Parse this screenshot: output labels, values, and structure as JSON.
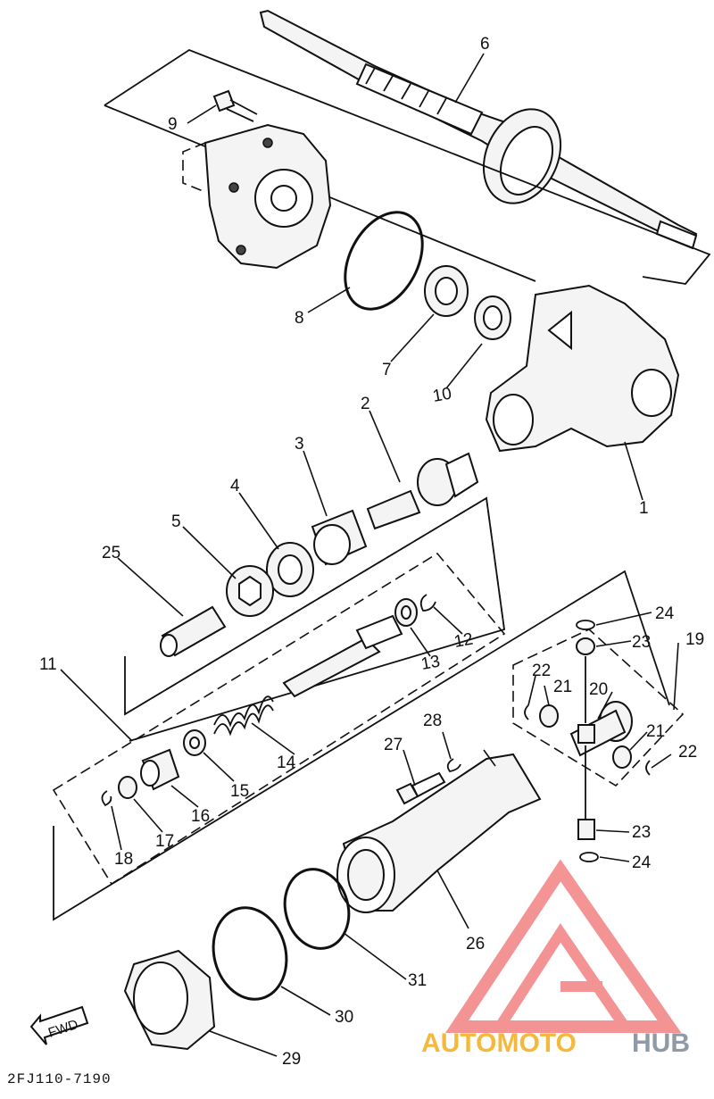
{
  "drawing_code": "2FJ110-7190",
  "fwd_label": "FWD",
  "brand": {
    "part1": "AUTOMOTO",
    "part2": "HUB",
    "logo_color": "#f07070",
    "accent": "#f4b93c",
    "gray": "#8f9aa6"
  },
  "callouts": [
    "1",
    "2",
    "3",
    "4",
    "5",
    "6",
    "7",
    "8",
    "9",
    "10",
    "11",
    "12",
    "13",
    "14",
    "15",
    "16",
    "17",
    "18",
    "19",
    "20",
    "21",
    "21",
    "22",
    "22",
    "23",
    "23",
    "24",
    "24",
    "25",
    "26",
    "27",
    "28",
    "29",
    "30",
    "31"
  ]
}
